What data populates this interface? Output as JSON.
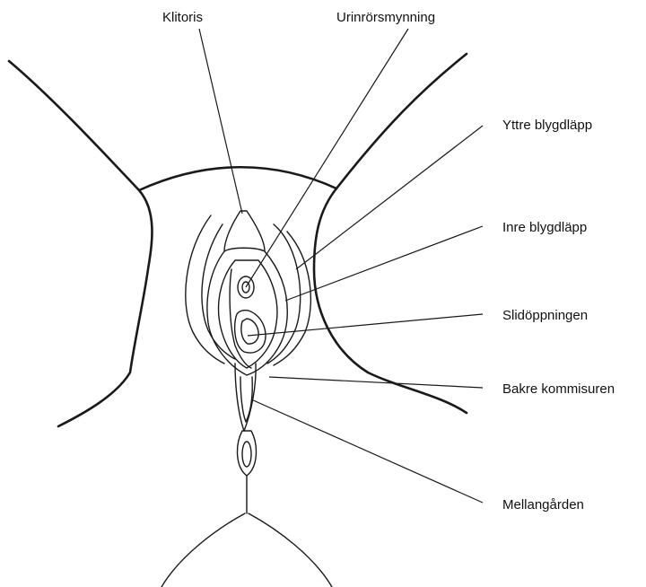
{
  "labels": {
    "klitoris": "Klitoris",
    "urinror": "Urinrörsmynning",
    "yttre": "Yttre blygdläpp",
    "inre": "Inre blygdläpp",
    "slid": "Slidöppningen",
    "bakre": "Bakre kommisuren",
    "mellan": "Mellangården"
  },
  "colors": {
    "line": "#1a1a1a",
    "text": "#111111",
    "background": "#ffffff"
  }
}
